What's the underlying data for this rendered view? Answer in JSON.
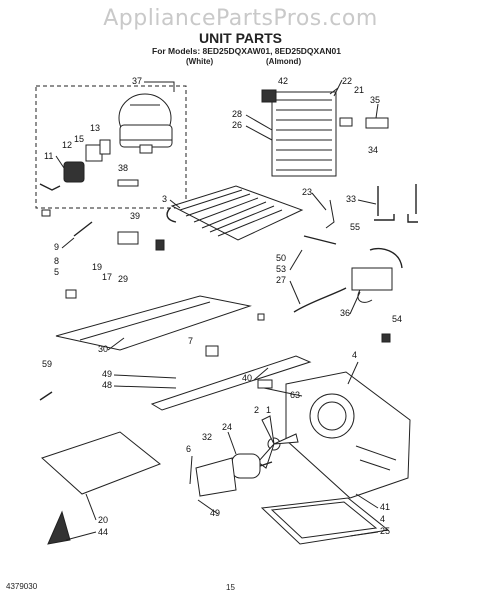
{
  "header": {
    "watermark": "AppliancePartsPros.com",
    "title": "UNIT PARTS",
    "models_line": "For Models: 8ED25DQXAW01, 8ED25DQXAN01",
    "variant_white": "(White)",
    "variant_almond": "(Almond)"
  },
  "footer": {
    "code": "4379030",
    "page": "15"
  },
  "callouts": {
    "c37": "37",
    "c42": "42",
    "c22": "22",
    "c21": "21",
    "c35": "35",
    "c28": "28",
    "c26": "26",
    "c13": "13",
    "c15": "15",
    "c12": "12",
    "c11": "11",
    "c38": "38",
    "c34": "34",
    "c23": "23",
    "c33": "33",
    "c3": "3",
    "c39": "39",
    "c9": "9",
    "c8": "8",
    "c5": "5",
    "c19": "19",
    "c17": "17",
    "c29": "29",
    "c55": "55",
    "c50": "50",
    "c53": "53",
    "c27": "27",
    "c36": "36",
    "c54": "54",
    "c30": "30",
    "c7": "7",
    "c59": "59",
    "c49a": "49",
    "c48": "48",
    "c40": "40",
    "c4a": "4",
    "c63": "63",
    "c1": "1",
    "c2": "2",
    "c24": "24",
    "c32": "32",
    "c6": "6",
    "c49b": "49",
    "c41": "41",
    "c4b": "4",
    "c25": "25",
    "c20": "20",
    "c44": "44"
  }
}
